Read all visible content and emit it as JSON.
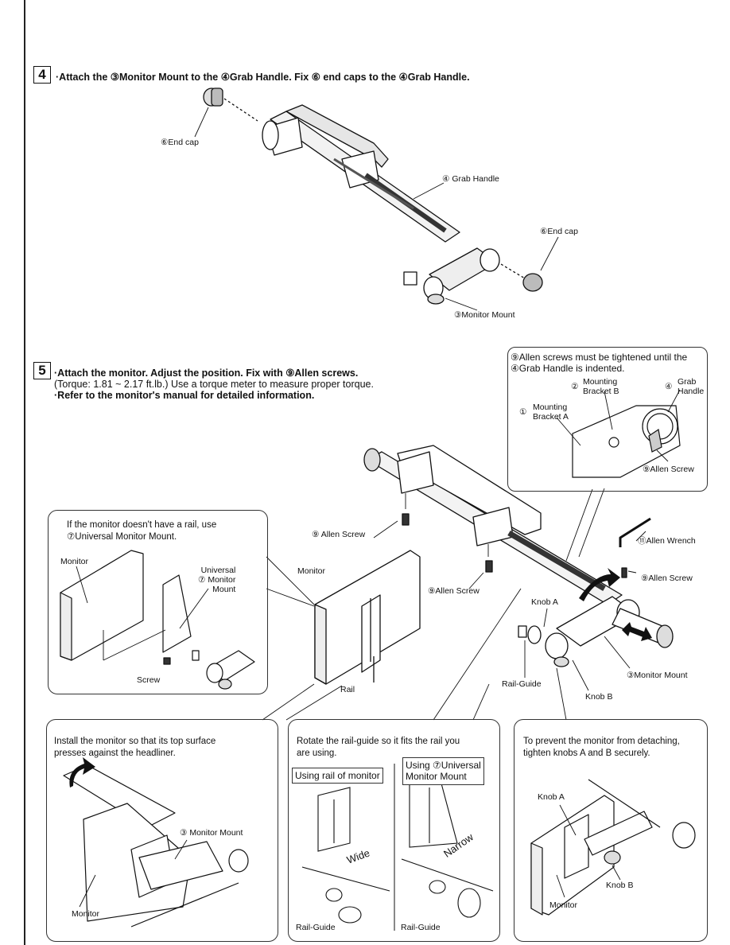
{
  "step4": {
    "number": "4",
    "instruction": "·Attach the ③Monitor Mount to the ④Grab Handle. Fix ⑥ end caps to the ④Grab Handle.",
    "labels": {
      "end_cap_1": "⑥End cap",
      "grab_handle": "④ Grab Handle",
      "end_cap_2": "⑥End cap",
      "monitor_mount": "③Monitor Mount"
    }
  },
  "step5": {
    "number": "5",
    "line1": "·Attach the monitor. Adjust the position. Fix with ⑨Allen screws.",
    "line2": "(Torque: 1.81 ~ 2.17 ft.lb.) Use a torque meter to measure proper torque.",
    "line3": "·Refer to the monitor's manual for detailed information.",
    "labels": {
      "allen_screw_1": "⑨ Allen Screw",
      "allen_screw_2": "⑨Allen Screw",
      "allen_screw_3": "⑨Allen Screw",
      "allen_wrench": "⑪Allen Wrench",
      "knob_a": "Knob A",
      "knob_b": "Knob B",
      "rail_guide": "Rail-Guide",
      "monitor_mount": "③Monitor Mount",
      "monitor": "Monitor",
      "rail": "Rail"
    }
  },
  "inset_allen": {
    "title_line1": "⑨Allen screws must be tightened until the",
    "title_line2": "④Grab Handle is indented.",
    "mounting_bracket_b": "Mounting\nBracket B",
    "mounting_bracket_b_num": "②",
    "grab_handle": "Grab\nHandle",
    "grab_handle_num": "④",
    "mounting_bracket_a": "Mounting\nBracket A",
    "mounting_bracket_a_num": "①",
    "allen_screw": "⑨Allen Screw"
  },
  "box_universal": {
    "title_line1": "If the monitor doesn't have a rail, use",
    "title_line2": "⑦Universal Monitor Mount.",
    "monitor": "Monitor",
    "universal_mount": "Universal\n⑦ Monitor\nMount",
    "screw": "Screw"
  },
  "box_install": {
    "text_line1": "Install the monitor so that its top surface",
    "text_line2": "presses against the headliner.",
    "monitor_mount": "③ Monitor Mount",
    "monitor": "Monitor"
  },
  "box_rotate": {
    "text_line1": "Rotate the rail-guide so it fits the rail you",
    "text_line2": "are using.",
    "option_left": "Using rail of monitor",
    "option_right_line1": "Using ⑦Universal",
    "option_right_line2": "Monitor Mount",
    "wide": "Wide",
    "narrow": "Narrow",
    "rail_guide_left": "Rail-Guide",
    "rail_guide_right": "Rail-Guide"
  },
  "box_prevent": {
    "text_line1": "To prevent the monitor from detaching,",
    "text_line2": "tighten knobs A and B securely.",
    "knob_a": "Knob A",
    "knob_b": "Knob B",
    "monitor": "Monitor"
  }
}
